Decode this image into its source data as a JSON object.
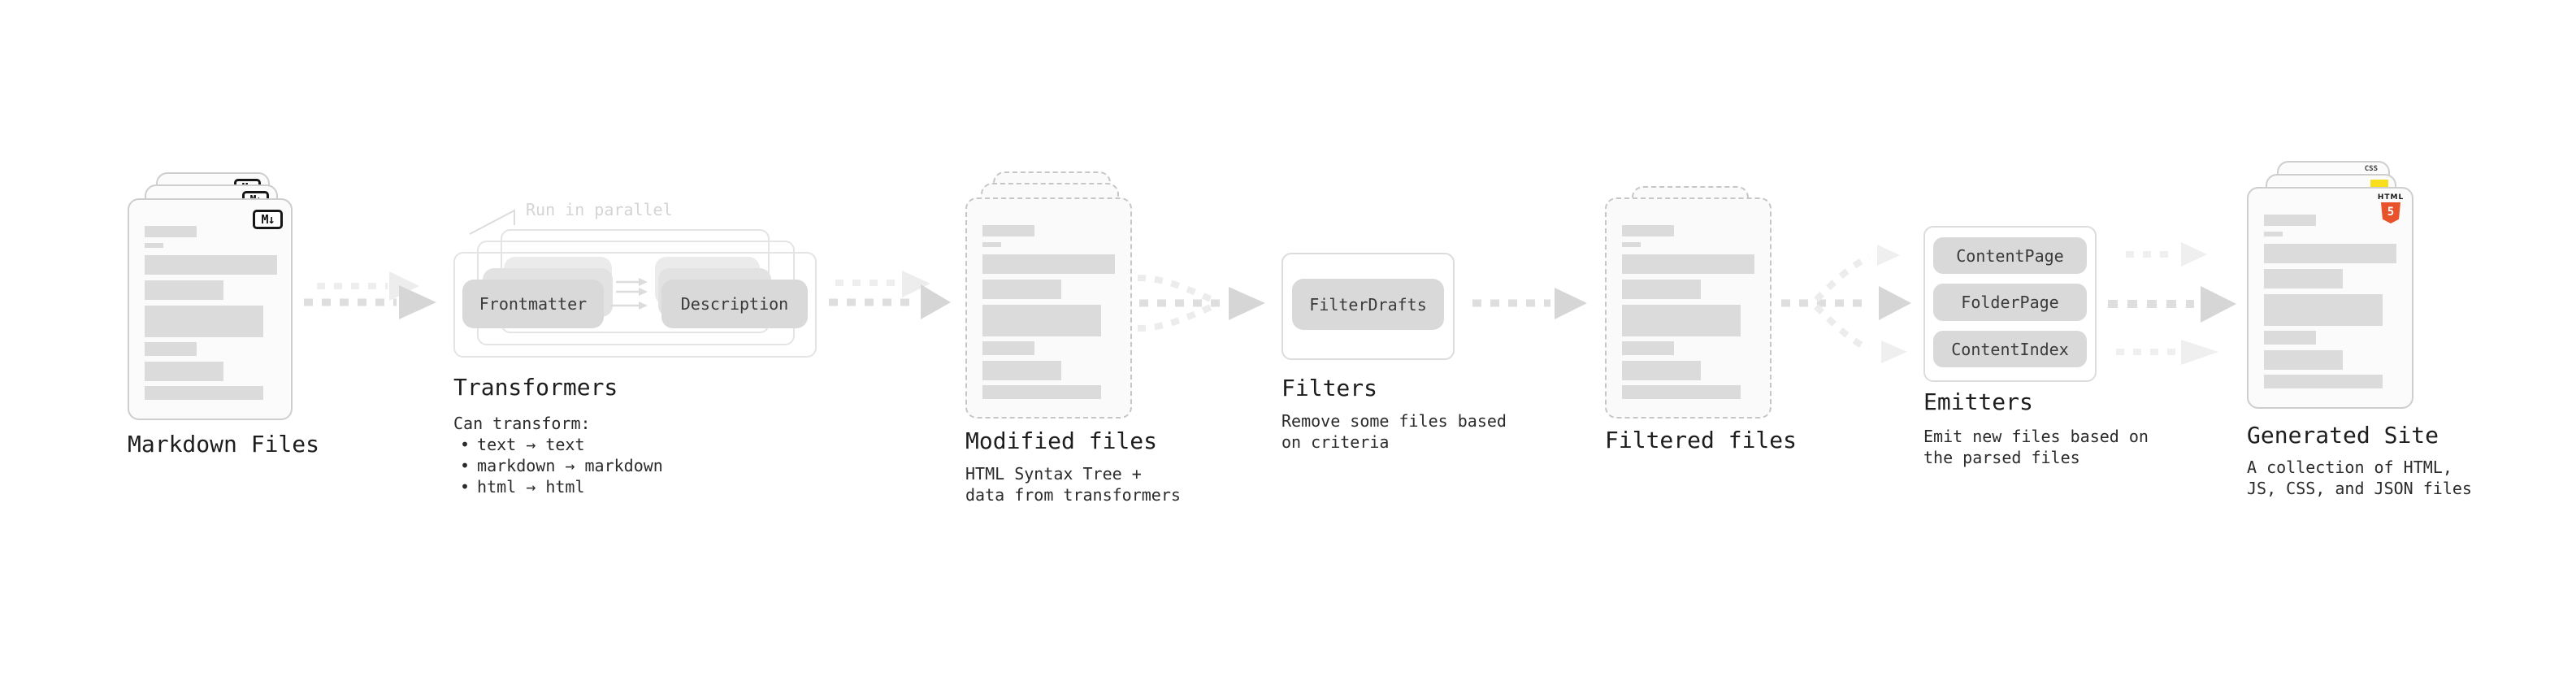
{
  "stages": {
    "markdown_files": {
      "title": "Markdown Files"
    },
    "transformers": {
      "title": "Transformers",
      "annotation": "Run in parallel",
      "source_pill": "Frontmatter",
      "target_pill": "Description",
      "desc_heading": "Can transform:",
      "bullets": [
        "text → text",
        "markdown → markdown",
        "html → html"
      ]
    },
    "modified_files": {
      "title": "Modified files",
      "desc_lines": [
        "HTML Syntax Tree +",
        "data from transformers"
      ]
    },
    "filters": {
      "title": "Filters",
      "pill": "FilterDrafts",
      "desc_lines": [
        "Remove some files based",
        "on criteria"
      ]
    },
    "filtered_files": {
      "title": "Filtered files"
    },
    "emitters": {
      "title": "Emitters",
      "pills": [
        "ContentPage",
        "FolderPage",
        "ContentIndex"
      ],
      "desc_lines": [
        "Emit new files based on",
        "the parsed files"
      ]
    },
    "generated_site": {
      "title": "Generated Site",
      "desc_lines": [
        "A collection of HTML,",
        "JS, CSS, and JSON files"
      ]
    }
  },
  "icons": {
    "markdown_badge": "M↓",
    "html5_label": "HTML",
    "html5_number": "5",
    "css_label": "CSS"
  },
  "ui": {
    "bullet_char": "•"
  },
  "colors": {
    "html5_orange": "#e8532c",
    "js_yellow": "#f7df1e",
    "css_blue": "#3b6ef6",
    "pill_gray": "#d9d9d9",
    "bar_gray": "#dbdbdb",
    "arrow_gray": "#d6d6d6"
  }
}
